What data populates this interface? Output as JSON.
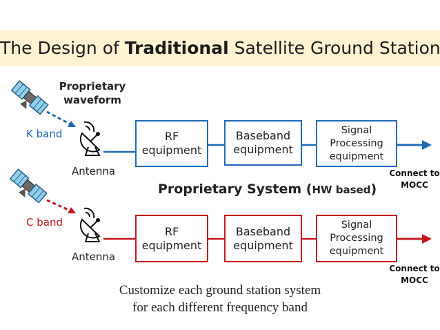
{
  "title": {
    "prefix": "The Design of ",
    "emphasis": "Traditional",
    "suffix": " Satellite Ground Station"
  },
  "waveform_label_line1": "Proprietary",
  "waveform_label_line2": "waveform",
  "colors": {
    "k_band": "#1f6ab7",
    "c_band": "#c3171d",
    "title_band": "#fdf3d3"
  },
  "k_chain": {
    "band": "K band",
    "antenna": "Antenna",
    "rf": [
      "RF",
      "equipment"
    ],
    "baseband": [
      "Baseband",
      "equipment"
    ],
    "signal": [
      "Signal",
      "Processing",
      "equipment"
    ],
    "connect": [
      "Connect to",
      "MOCC"
    ]
  },
  "middle_label": {
    "main": "Proprietary System (",
    "hw": "HW based",
    "close": ")"
  },
  "c_chain": {
    "band": "C band",
    "antenna": "Antenna",
    "rf": [
      "RF",
      "equipment"
    ],
    "baseband": [
      "Baseband",
      "equipment"
    ],
    "signal": [
      "Signal",
      "Processing",
      "equipment"
    ],
    "connect": [
      "Connect to",
      "MOCC"
    ]
  },
  "footer": {
    "line1": "Customize each ground station system",
    "line2": "for each different frequency band"
  },
  "icons": [
    "satellite-icon",
    "antenna-dish-icon"
  ]
}
